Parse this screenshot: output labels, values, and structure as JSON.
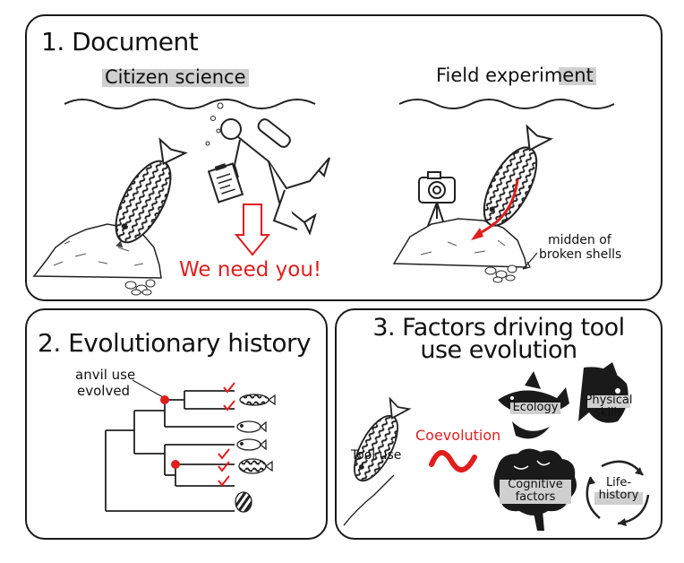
{
  "panel1": {
    "title": "1. Document",
    "left_heading": "Citizen science",
    "right_heading": "Field experiment",
    "call_to_action": "We need you!",
    "midden_label_line1": "midden of",
    "midden_label_line2": "broken shells"
  },
  "panel2": {
    "title": "2. Evolutionary history",
    "anvil_label_line1": "anvil use",
    "anvil_label_line2": "evolved",
    "marker_color": "#e01e1e"
  },
  "panel3": {
    "title": "3. Factors driving tool use evolution",
    "tool_use_label": "Tool use",
    "coevolution_label": "Coevolution",
    "ecology_label": "Ecology",
    "physical_label_line1": "Physical",
    "physical_label_line2": "skills",
    "cognitive_label_line1": "Cognitive",
    "cognitive_label_line2": "factors",
    "life_history_label_line1": "Life-",
    "life_history_label_line2": "history"
  },
  "colors": {
    "accent": "#e01e1e",
    "highlight": "#cfcfcf",
    "ink": "#1a1a1a"
  },
  "icons": [
    "camera-icon",
    "clipboard-icon",
    "diver-icon",
    "fish-icon",
    "shark-icon",
    "brain-icon",
    "cycle-arrows-icon"
  ]
}
